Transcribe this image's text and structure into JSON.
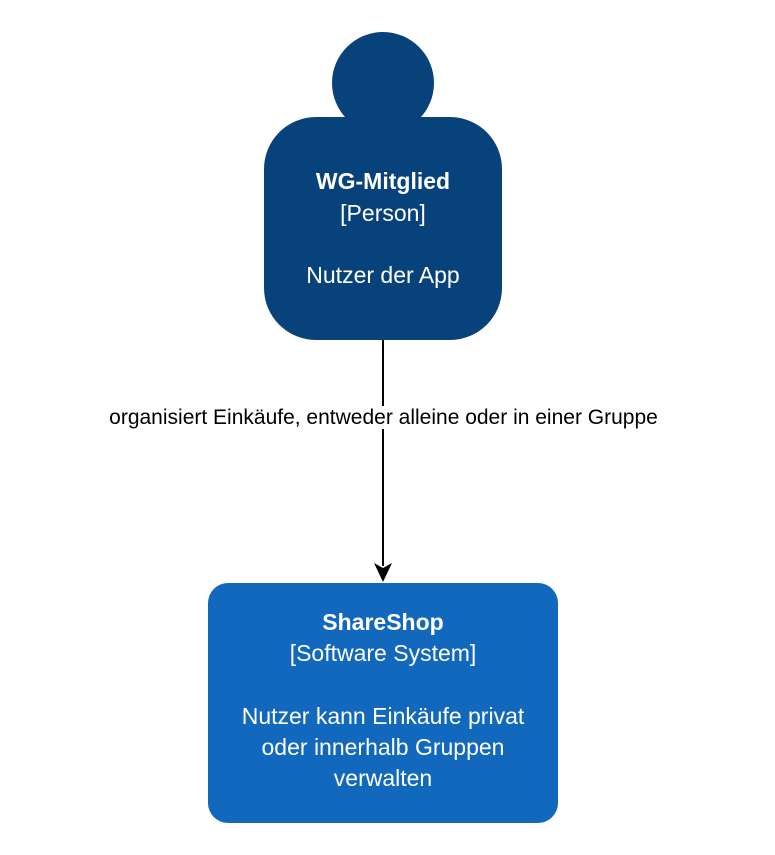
{
  "colors": {
    "person": "#08427b",
    "software_system": "#1168bd",
    "text_on_shape": "#ffffff",
    "edge": "#000000"
  },
  "person": {
    "name": "WG-Mitglied",
    "kind": "[Person]",
    "description": "Nutzer der App"
  },
  "relationship": {
    "label": "organisiert Einkäufe, entweder alleine oder in einer Gruppe"
  },
  "software_system": {
    "name": "ShareShop",
    "kind": "[Software System]",
    "description": "Nutzer kann Einkäufe privat oder innerhalb Gruppen verwalten"
  }
}
